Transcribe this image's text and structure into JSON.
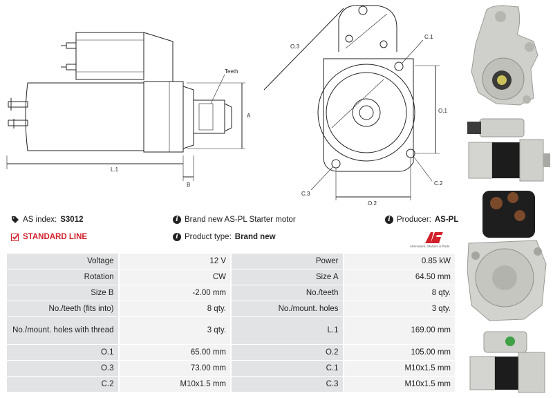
{
  "diagram_labels": {
    "teeth": "Teeth",
    "a": "A",
    "b": "B",
    "l1": "L.1",
    "o1": "O.1",
    "o2": "O.2",
    "o3": "O.3",
    "c1": "C.1",
    "c2": "C.2",
    "c3": "C.3"
  },
  "info": {
    "as_index_label": "AS index:",
    "as_index_value": "S3012",
    "standard_line": "STANDARD LINE",
    "brand_text": "Brand new AS-PL Starter motor",
    "product_type_label": "Product type:",
    "product_type_value": "Brand new",
    "producer_label": "Producer:",
    "producer_value": "AS-PL",
    "logo_tagline": "Alternators, Starters & Parts"
  },
  "specs": [
    {
      "l1": "Voltage",
      "v1": "12 V",
      "l2": "Power",
      "v2": "0.85 kW"
    },
    {
      "l1": "Rotation",
      "v1": "CW",
      "l2": "Size A",
      "v2": "64.50 mm"
    },
    {
      "l1": "Size B",
      "v1": "-2.00 mm",
      "l2": "No./teeth",
      "v2": "8 qty."
    },
    {
      "l1": "No./teeth (fits into)",
      "v1": "8 qty.",
      "l2": "No./mount. holes",
      "v2": "3 qty."
    },
    {
      "l1": "No./mount. holes with thread",
      "v1": "3 qty.",
      "l2": "L.1",
      "v2": "169.00 mm"
    },
    {
      "l1": "O.1",
      "v1": "65.00 mm",
      "l2": "O.2",
      "v2": "105.00 mm"
    },
    {
      "l1": "O.3",
      "v1": "73.00 mm",
      "l2": "C.1",
      "v2": "M10x1.5 mm"
    },
    {
      "l1": "C.2",
      "v1": "M10x1.5 mm",
      "l2": "C.3",
      "v2": "M10x1.5 mm"
    }
  ],
  "colors": {
    "accent_red": "#d1202a",
    "label_bg": "#e2e3e4",
    "value_bg": "#f3f3f3"
  }
}
